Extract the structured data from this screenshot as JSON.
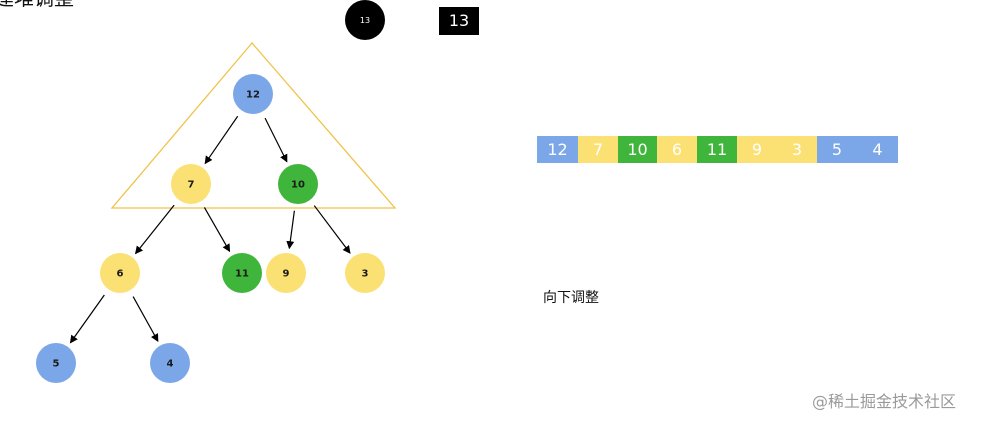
{
  "heading": "建堆调整",
  "pending": {
    "circle_value": "13",
    "box_value": "13"
  },
  "colors": {
    "blue": "#7ba7e8",
    "yellow": "#fbe073",
    "green": "#3fb53b",
    "black": "#000000",
    "triangle": "#efc34a"
  },
  "tree": {
    "nodes": [
      {
        "id": "n12",
        "value": "12",
        "color": "blue"
      },
      {
        "id": "n7",
        "value": "7",
        "color": "yellow"
      },
      {
        "id": "n10",
        "value": "10",
        "color": "green"
      },
      {
        "id": "n6",
        "value": "6",
        "color": "yellow"
      },
      {
        "id": "n11",
        "value": "11",
        "color": "green"
      },
      {
        "id": "n9",
        "value": "9",
        "color": "yellow"
      },
      {
        "id": "n3",
        "value": "3",
        "color": "yellow"
      },
      {
        "id": "n5",
        "value": "5",
        "color": "blue"
      },
      {
        "id": "n4",
        "value": "4",
        "color": "blue"
      }
    ],
    "edges": [
      [
        "n12",
        "n7"
      ],
      [
        "n12",
        "n10"
      ],
      [
        "n7",
        "n6"
      ],
      [
        "n7",
        "n11"
      ],
      [
        "n10",
        "n9"
      ],
      [
        "n10",
        "n3"
      ],
      [
        "n6",
        "n5"
      ],
      [
        "n6",
        "n4"
      ]
    ]
  },
  "array": [
    {
      "value": "12",
      "color": "blue"
    },
    {
      "value": "7",
      "color": "yellow"
    },
    {
      "value": "10",
      "color": "green"
    },
    {
      "value": "6",
      "color": "yellow"
    },
    {
      "value": "11",
      "color": "green"
    },
    {
      "value": "9",
      "color": "yellow"
    },
    {
      "value": "3",
      "color": "yellow"
    },
    {
      "value": "5",
      "color": "blue"
    },
    {
      "value": "4",
      "color": "blue"
    }
  ],
  "caption": "向下调整",
  "watermark": "@稀土掘金技术社区"
}
